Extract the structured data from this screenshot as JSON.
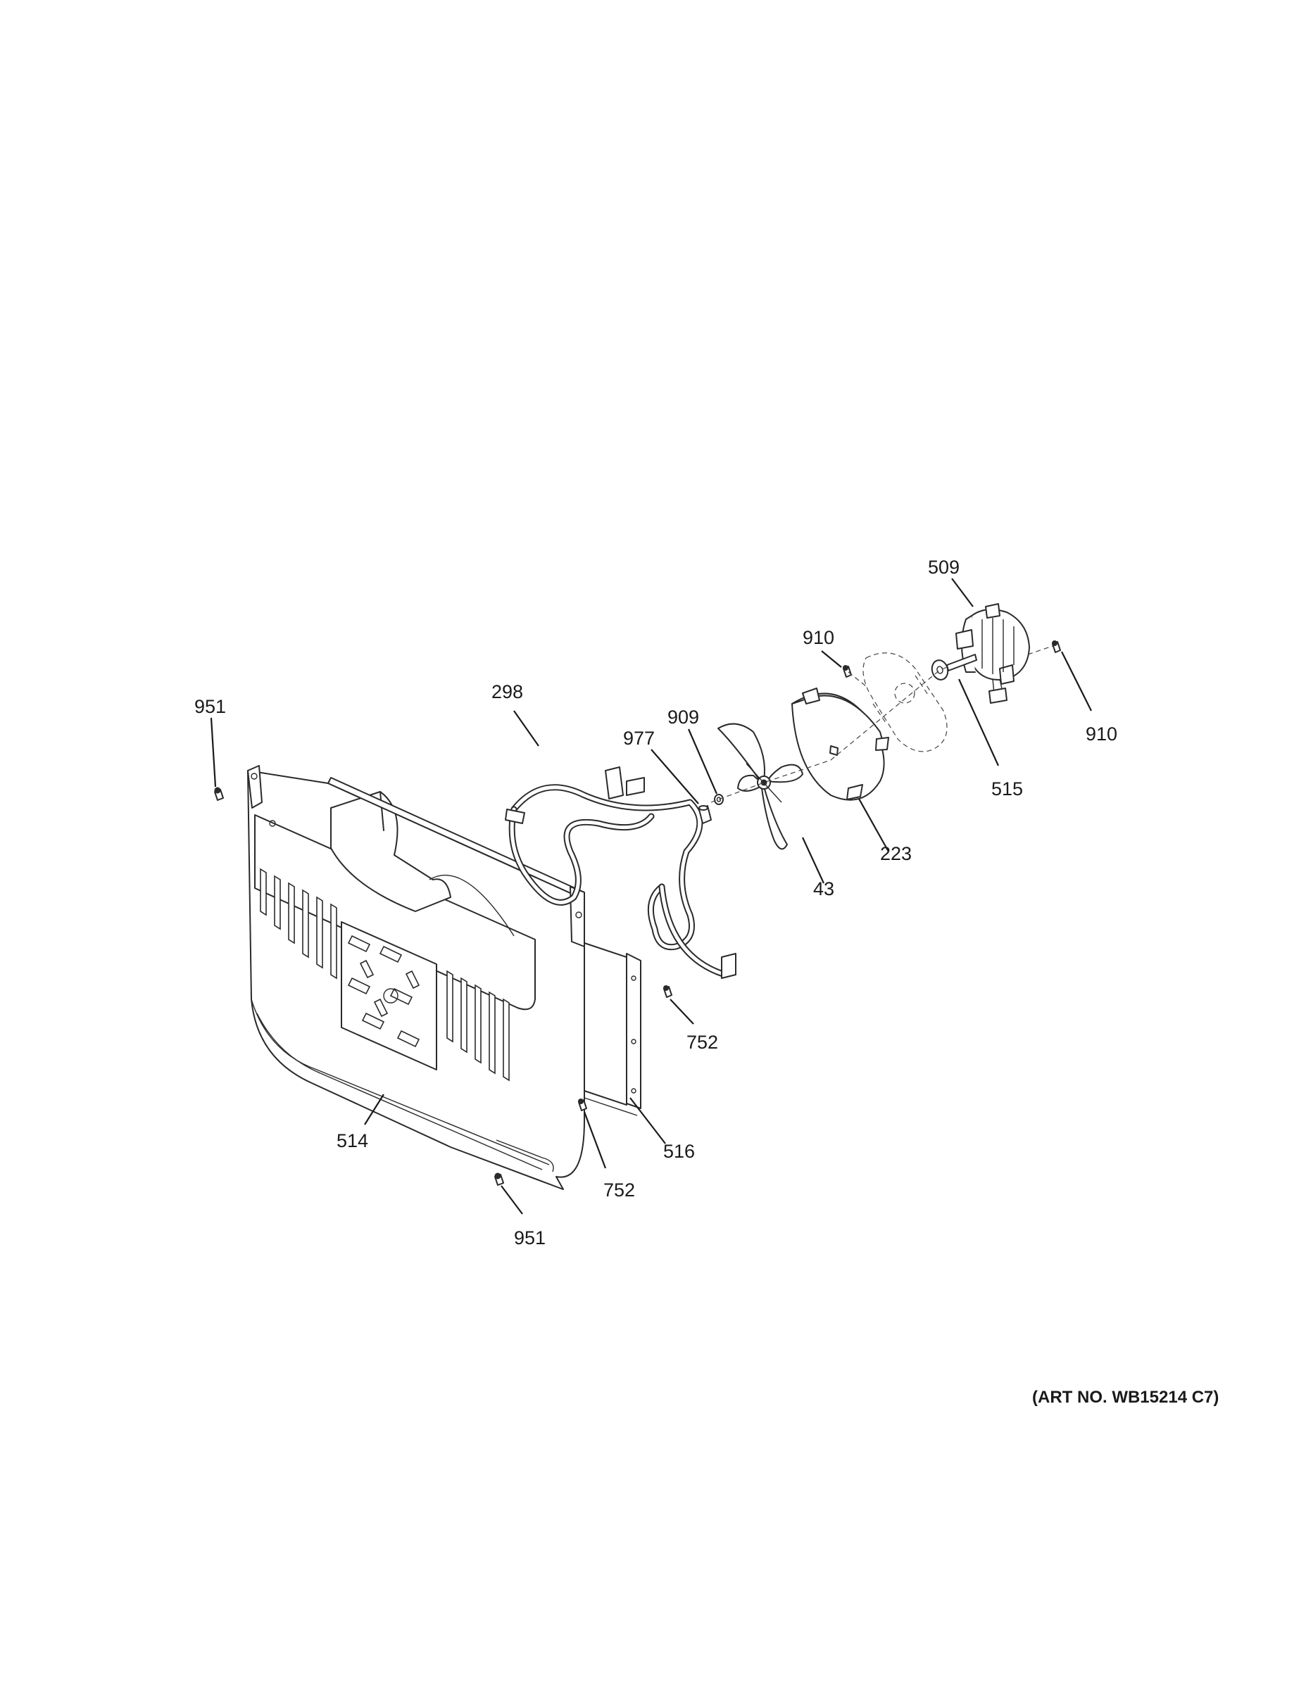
{
  "diagram": {
    "art_number": "(ART NO. WB15214 C7)",
    "callouts": [
      {
        "id": "c509",
        "label": "509"
      },
      {
        "id": "c910a",
        "label": "910"
      },
      {
        "id": "c910b",
        "label": "910"
      },
      {
        "id": "c951a",
        "label": "951"
      },
      {
        "id": "c298",
        "label": "298"
      },
      {
        "id": "c909",
        "label": "909"
      },
      {
        "id": "c977",
        "label": "977"
      },
      {
        "id": "c515",
        "label": "515"
      },
      {
        "id": "c223",
        "label": "223"
      },
      {
        "id": "c43",
        "label": "43"
      },
      {
        "id": "c752a",
        "label": "752"
      },
      {
        "id": "c514",
        "label": "514"
      },
      {
        "id": "c516",
        "label": "516"
      },
      {
        "id": "c752b",
        "label": "752"
      },
      {
        "id": "c951b",
        "label": "951"
      }
    ]
  }
}
